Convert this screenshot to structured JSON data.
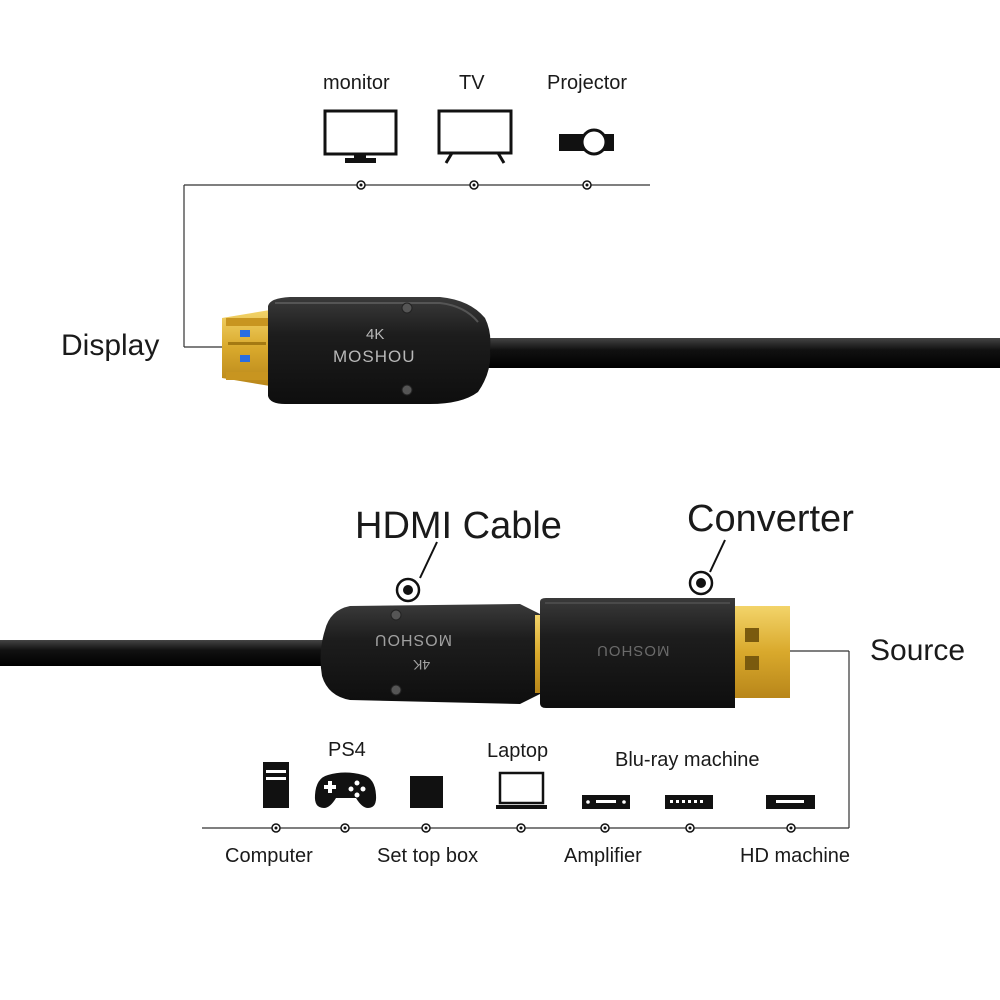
{
  "top": {
    "devices": [
      {
        "label": "monitor",
        "icon": "monitor-icon"
      },
      {
        "label": "TV",
        "icon": "tv-icon"
      },
      {
        "label": "Projector",
        "icon": "projector-icon"
      }
    ],
    "side_label": "Display"
  },
  "cable": {
    "brand": "MOSHOU",
    "resolution": "4K",
    "connector_color": "#d9b23a",
    "body_color": "#1c1c1c"
  },
  "bottom": {
    "hdmi_label": "HDMI Cable",
    "converter_label": "Converter",
    "side_label": "Source",
    "upper_labels": [
      "PS4",
      "Laptop",
      "Blu-ray machine"
    ],
    "lower_labels": [
      "Computer",
      "Set top box",
      "Amplifier",
      "HD machine"
    ],
    "devices": [
      {
        "icon": "computer-tower-icon"
      },
      {
        "icon": "gamepad-icon"
      },
      {
        "icon": "set-top-box-icon"
      },
      {
        "icon": "laptop-icon"
      },
      {
        "icon": "amplifier-icon"
      },
      {
        "icon": "blu-ray-player-icon"
      },
      {
        "icon": "hd-player-icon"
      }
    ]
  }
}
